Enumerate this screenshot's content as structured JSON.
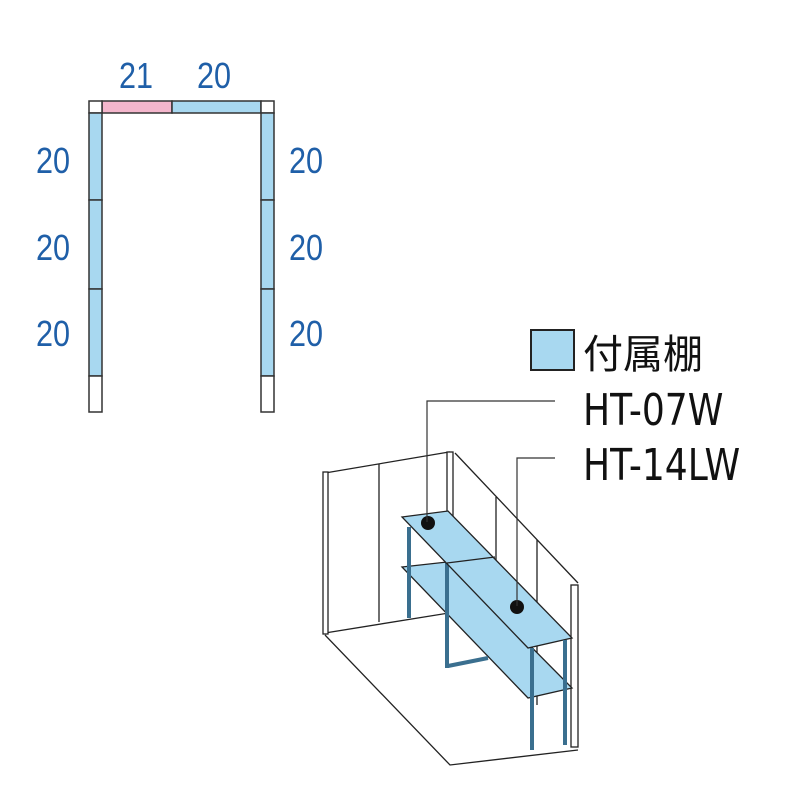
{
  "floor_plan": {
    "top_labels": [
      "21",
      "20"
    ],
    "left_labels": [
      "20",
      "20",
      "20"
    ],
    "right_labels": [
      "20",
      "20",
      "20"
    ]
  },
  "legend": {
    "swatch_color": "#a8d8f0",
    "title": "付属棚",
    "models": [
      "HT-07W",
      "HT-14LW"
    ]
  },
  "colors": {
    "shelf": "#a8d8f0",
    "door": "#f4b6cc",
    "dimension_text": "#1f5fa8"
  }
}
